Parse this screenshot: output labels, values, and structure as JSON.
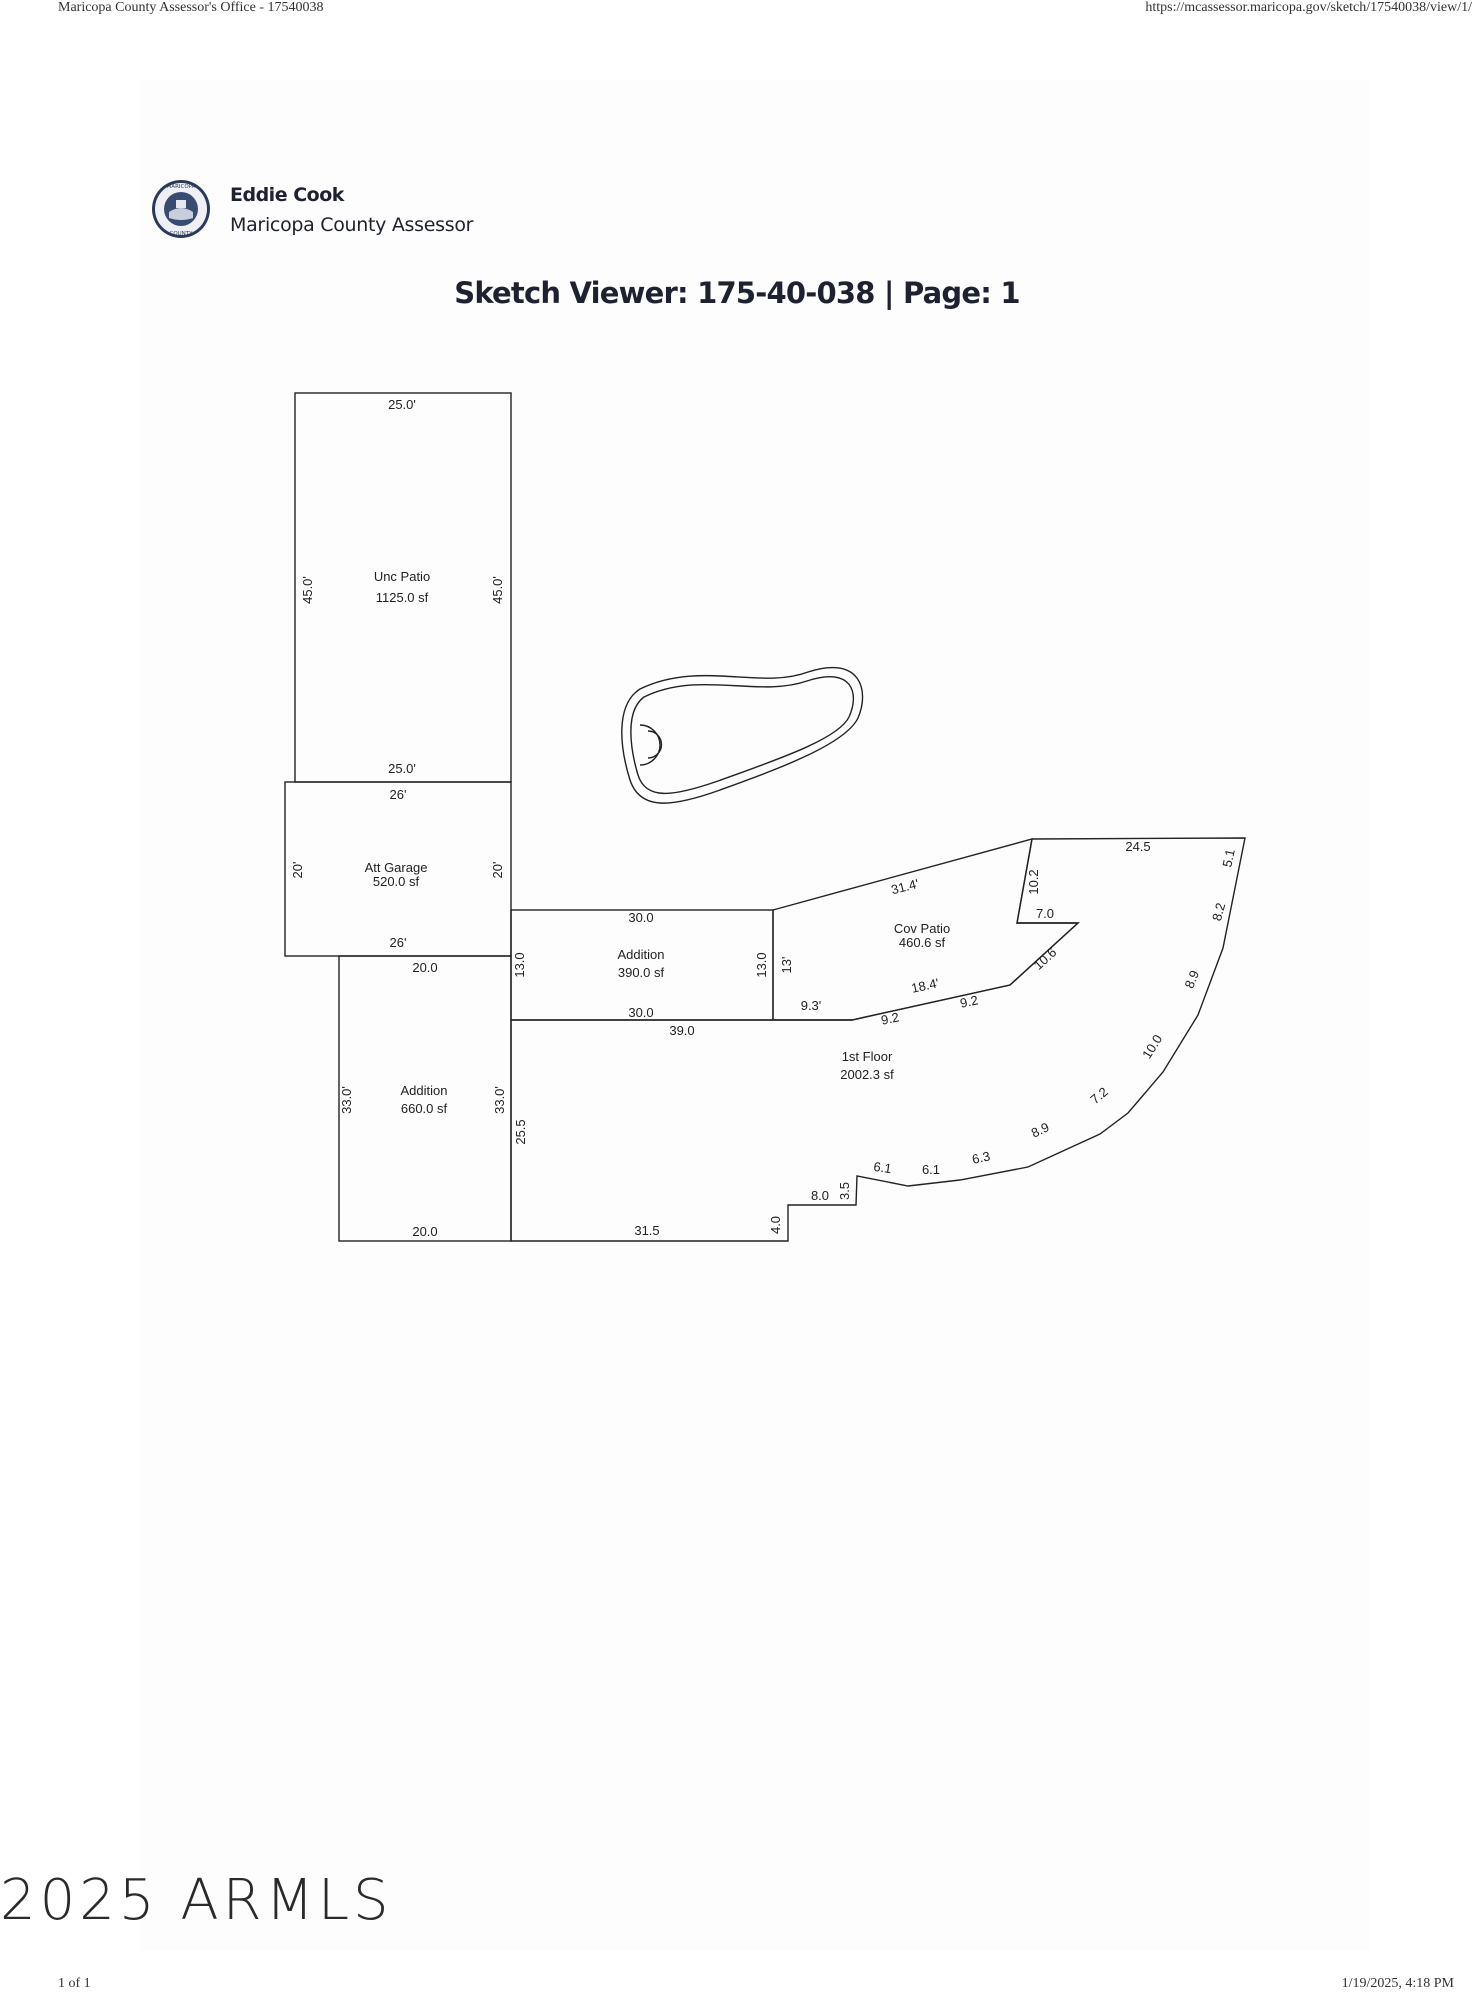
{
  "browser": {
    "page_title": "Maricopa County Assessor's Office - 17540038",
    "url": "https://mcassessor.maricopa.gov/sketch/17540038/view/1/",
    "page_count": "1 of 1",
    "timestamp": "1/19/2025, 4:18 PM"
  },
  "header": {
    "name": "Eddie Cook",
    "organization": "Maricopa County Assessor",
    "seal_text_top": "MARICOPA",
    "seal_text_bottom": "COUNTY"
  },
  "title": "Sketch Viewer: 175-40-038 | Page: 1",
  "sketch": {
    "unc_patio": {
      "name": "Unc Patio",
      "area": "1125.0 sf",
      "top": "25.0'",
      "bottom": "25.0'",
      "left": "45.0'",
      "right": "45.0'"
    },
    "att_garage": {
      "name": "Att Garage",
      "area": "520.0 sf",
      "top": "26'",
      "bottom": "26'",
      "left": "20'",
      "right": "20'"
    },
    "addition_lower": {
      "name": "Addition",
      "area": "660.0 sf",
      "top": "20.0",
      "bottom": "20.0",
      "left": "33.0'",
      "right": "33.0'"
    },
    "addition_middle": {
      "name": "Addition",
      "area": "390.0 sf",
      "top": "30.0",
      "bottom": "30.0",
      "left": "13.0",
      "right": "13.0"
    },
    "cov_patio": {
      "name": "Cov Patio",
      "area": "460.6 sf",
      "dims": {
        "top_edge": "31.4'",
        "left_edge": "13'",
        "notch_vertical": "10.2",
        "notch_horizontal": "7.0",
        "diag": "10.6",
        "lower": "18.4'",
        "bottom": "9.3'"
      }
    },
    "first_floor": {
      "name": "1st Floor",
      "area": "2002.3 sf",
      "dims": {
        "top_left": "39.0",
        "top_right": "24.5",
        "right_1": "5.1",
        "right_2": "8.2",
        "right_3": "8.9",
        "right_4": "10.0",
        "right_5": "7.2",
        "right_6": "8.9",
        "bottom_1": "6.3",
        "bottom_2": "6.1",
        "bottom_3": "6.1",
        "step_v1": "3.5",
        "step_h": "8.0",
        "step_v2": "4.0",
        "bottom_left": "31.5",
        "left": "25.5",
        "seg_a": "9.2",
        "seg_b": "9.2"
      }
    }
  },
  "watermark": "2025 ARMLS"
}
